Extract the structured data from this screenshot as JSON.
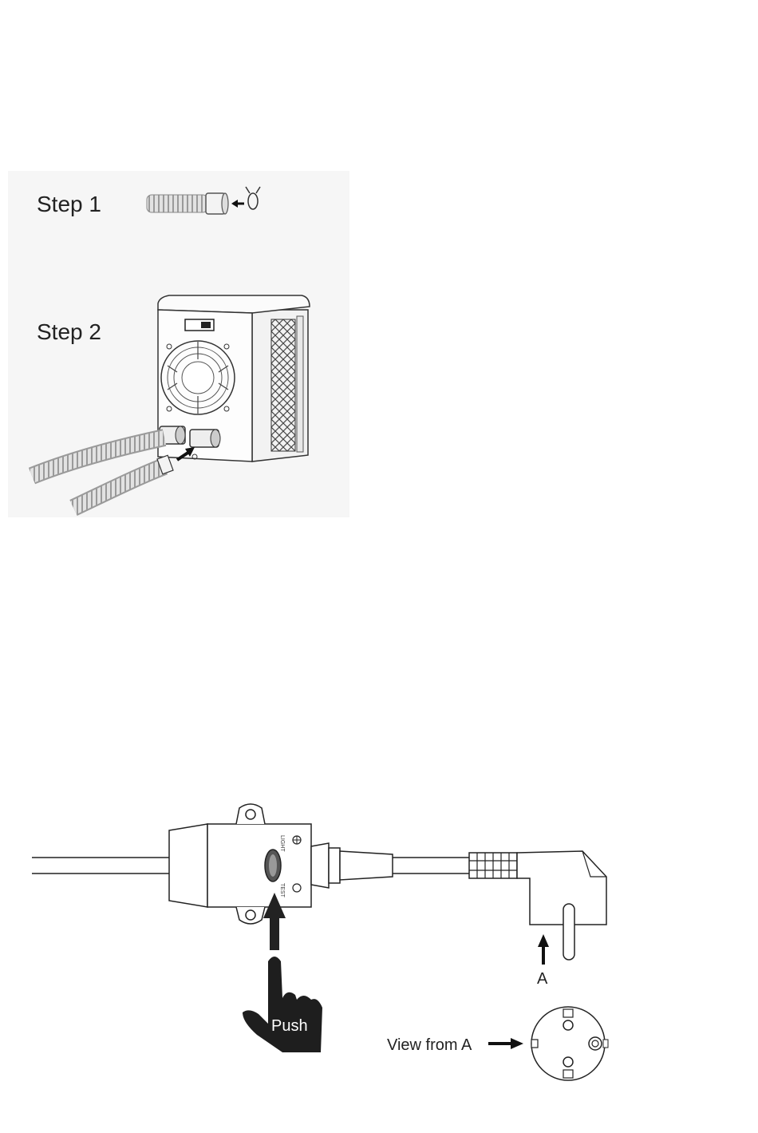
{
  "step1_label": "Step 1",
  "step2_label": "Step 2",
  "plug_diagram": {
    "push_label": "Push",
    "a_label": "A",
    "view_label": "View from A",
    "light_label": "LIGHT",
    "test_label": "TEST"
  }
}
